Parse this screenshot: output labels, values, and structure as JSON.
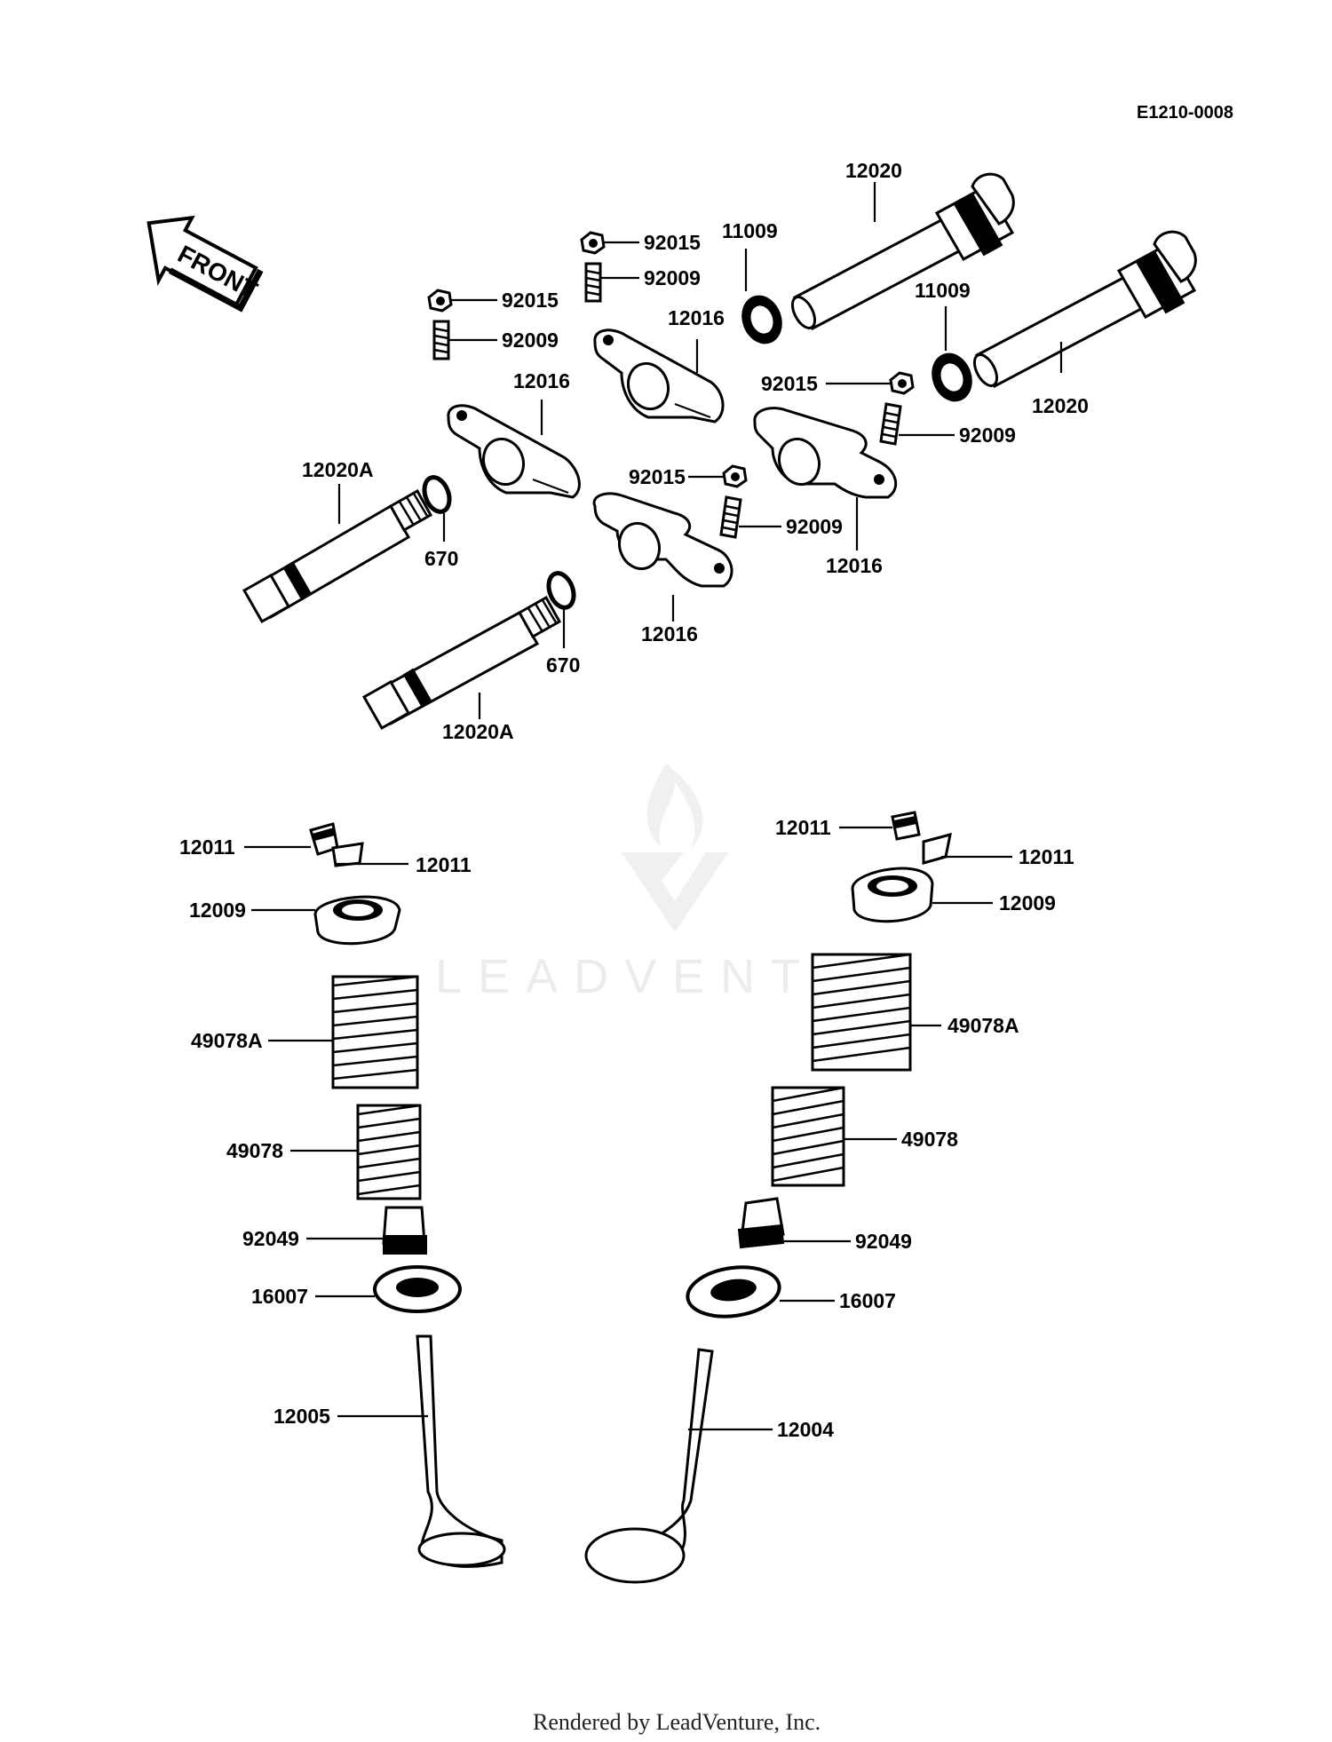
{
  "diagram": {
    "ref_code": "E1210-0008",
    "direction_arrow": "FRONT",
    "watermark": "LEADVENTU",
    "footer": "Rendered by LeadVenture, Inc.",
    "callouts": {
      "shaft_top_right": "12020",
      "washer_top": "11009",
      "washer_right": "11009",
      "shaft_right": "12020",
      "nut_top": "92015",
      "screw_top": "92009",
      "nut_left": "92015",
      "screw_left": "92009",
      "arm_top": "12016",
      "arm_left": "12016",
      "nut_mid_right": "92015",
      "screw_mid_right": "92009",
      "nut_center": "92015",
      "screw_center": "92009",
      "arm_right": "12016",
      "arm_center": "12016",
      "shaft_upper_left": "12020A",
      "oring_upper": "670",
      "oring_lower": "670",
      "shaft_lower_left": "12020A",
      "keeper_l1": "12011",
      "keeper_l2": "12011",
      "retainer_l": "12009",
      "spring_outer_l": "49078A",
      "spring_inner_l": "49078",
      "seal_l": "92049",
      "seat_l": "16007",
      "valve_l": "12005",
      "keeper_r1": "12011",
      "keeper_r2": "12011",
      "retainer_r": "12009",
      "spring_outer_r": "49078A",
      "spring_inner_r": "49078",
      "seal_r": "92049",
      "seat_r": "16007",
      "valve_r": "12004"
    }
  }
}
